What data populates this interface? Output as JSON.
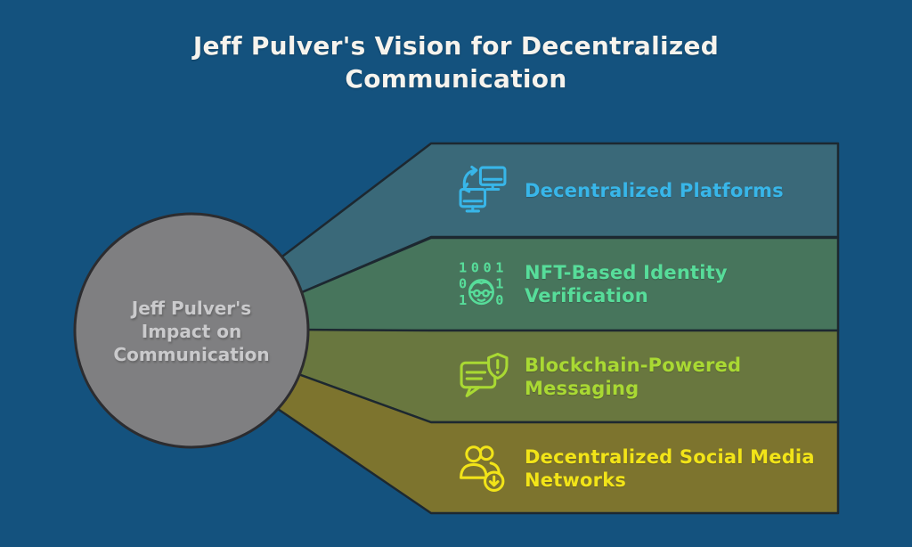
{
  "background": "#14527E",
  "title": {
    "text": "Jeff Pulver's Vision for Decentralized Communication",
    "lines": [
      "Jeff Pulver's Vision for Decentralized",
      "Communication"
    ],
    "color": "#F6F3ED"
  },
  "center": {
    "text": "Jeff Pulver's Impact on Communication",
    "lines": [
      "Jeff Pulver's",
      "Impact on",
      "Communication"
    ],
    "fill": "#7F7F81",
    "text_color": "#CACACC"
  },
  "bands": [
    {
      "label": "Decentralized Platforms",
      "lines": [
        "Decentralized Platforms"
      ],
      "fill": "#3A6979",
      "accent": "#38B6E9",
      "icon": "monitors-sync-icon"
    },
    {
      "label": "NFT-Based Identity Verification",
      "lines": [
        "NFT-Based Identity",
        "Verification"
      ],
      "fill": "#47755C",
      "accent": "#57DD9A",
      "icon": "binary-face-identity-icon",
      "digits": [
        [
          "1",
          "0",
          "0",
          "1"
        ],
        [
          "0",
          "1"
        ],
        [
          "1",
          "0"
        ]
      ]
    },
    {
      "label": "Blockchain-Powered Messaging",
      "lines": [
        "Blockchain-Powered",
        "Messaging"
      ],
      "fill": "#69773F",
      "accent": "#A9D933",
      "icon": "chat-shield-icon"
    },
    {
      "label": "Decentralized Social Media Networks",
      "lines": [
        "Decentralized Social Media",
        "Networks"
      ],
      "fill": "#7D742E",
      "accent": "#F2E418",
      "icon": "users-download-icon"
    }
  ]
}
